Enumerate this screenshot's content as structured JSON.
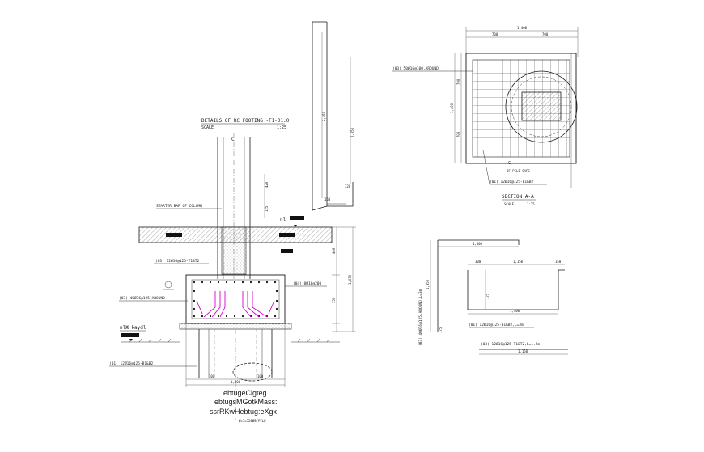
{
  "footing_detail": {
    "title": "DETAILS OF RC FOOTING -F1-01.0",
    "scale_label": "SCALE",
    "scale_value": "1:25",
    "starter_bar": "STARTER BAR OF COLUMN",
    "bar_top": "(03) 12Ø16@125-T1&T2",
    "bar_around": "(03) 40Ø16@125,AROUND",
    "bar_right": "(04) 8Ø10@200",
    "bar_bottom": "(01) 12Ø16@125-B1&B2",
    "level_top": "nl",
    "level_bottom": "nlЖ kaydl",
    "dim_width": "1,400",
    "dim_half_left": "100",
    "dim_half_right": "100",
    "dim_right_a": "400",
    "dim_right_b": "1,070",
    "dim_right_c": "750",
    "dim_col": "420",
    "dim_col2": "125",
    "pile_note": "Ø=1=520Ø8/PILE",
    "garbled_1": "ebtugeCigteg",
    "garbled_2": "ebtugsMGotkMass:",
    "garbled_3": "ssrRKwHebtug:eXgӿ"
  },
  "column_elevation": {
    "dim_long": "2,450",
    "dim_mid": "2,050",
    "dim_foot": "160",
    "dim_base": "320"
  },
  "plan": {
    "dim_total": "1,400",
    "dim_left": "700",
    "dim_right": "700",
    "dim_side": "1,400",
    "dim_side_a": "700",
    "dim_side_b": "700",
    "bar_label": "(03) 50Ø16@100,AROUND",
    "pile_caps_label": "OF PILE CAPS",
    "bottom_bar": "(01) 12Ø16@125-B1&B2",
    "section_title": "SECTION A-A",
    "scale_label": "SCALE",
    "scale_value": "1:25"
  },
  "bar_schedule": {
    "dim_top": "1,400",
    "dim_mid": "1,150",
    "dim_left": "300",
    "dim_right": "150",
    "dim_height": "1,350",
    "dim_side": "175",
    "dim_inner": "1,400",
    "vertical_label": "(03) 40Ø16@125,AROUND,L=3m",
    "label_1": "(01) 12Ø16@125-B1&B2,L=3m",
    "label_2": "(03) 12Ø16@125-T1&T2,L=1.2m",
    "dim_bottom": "1,150"
  },
  "colors": {
    "rebar_highlight": "#d400d4",
    "line": "#1a1a1a"
  }
}
